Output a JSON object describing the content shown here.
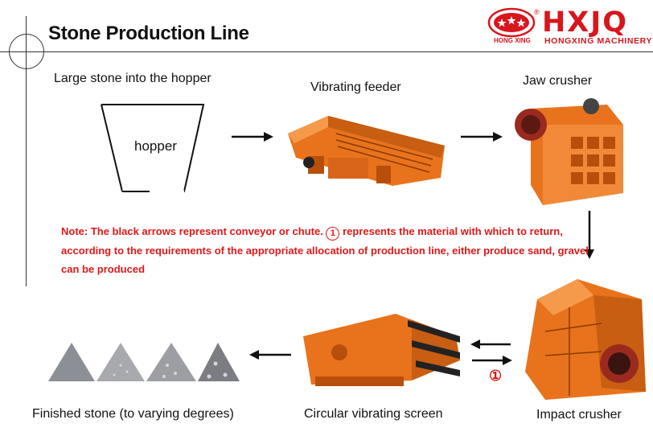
{
  "title": "Stone Production Line",
  "logo": {
    "brand": "HXJQ",
    "registered": "®",
    "tagline": "HONGXING MACHINERY",
    "emblem_text": "HONG XING",
    "color": "#d8161e"
  },
  "stages": {
    "hopper_input": "Large stone into the hopper",
    "hopper_inner": "hopper",
    "feeder": "Vibrating feeder",
    "jaw": "Jaw crusher",
    "impact": "Impact crusher",
    "screen": "Circular vibrating screen",
    "finished": "Finished stone (to varying degrees)"
  },
  "note": {
    "part1": "Note: The black arrows represent conveyor or chute.",
    "symbol": "1",
    "part2": " represents the material with which to return, according to the requirements of the appropriate allocation of production line, either produce sand, gravel can be produced",
    "color": "#e01818"
  },
  "return_marker": "①",
  "colors": {
    "machine": "#e8731c",
    "machine_dark": "#b84e0c",
    "arrow": "#111111"
  },
  "icons": [
    "arrow-right-icon",
    "arrow-down-icon",
    "arrow-left-icon",
    "return-arrows-icon",
    "star-icon"
  ]
}
